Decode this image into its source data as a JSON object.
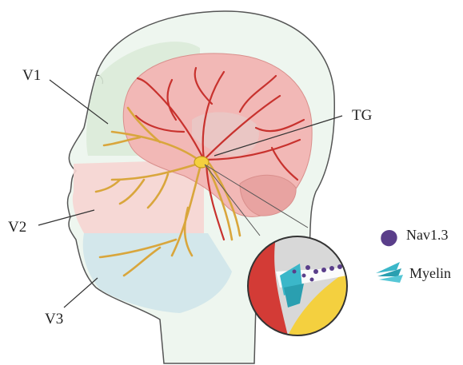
{
  "labels": {
    "v1": "V1",
    "v2": "V2",
    "v3": "V3",
    "tg": "TG"
  },
  "legend": [
    {
      "label": "Nav1.3",
      "icon": "nav13-channel-icon"
    },
    {
      "label": "Myelin",
      "icon": "myelin-icon"
    }
  ],
  "colors": {
    "head_outline": "#555555",
    "face_v1": "#d9ead7",
    "face_v2": "#f6d5d2",
    "face_v3": "#cfe6ea",
    "brain": "#f2b8b6",
    "brain_vessels": "#c8322e",
    "nerves": "#d9a63c",
    "ganglion": "#f4d03f",
    "myelin": "#3bb7c9",
    "nav13": "#5a3e8a"
  }
}
